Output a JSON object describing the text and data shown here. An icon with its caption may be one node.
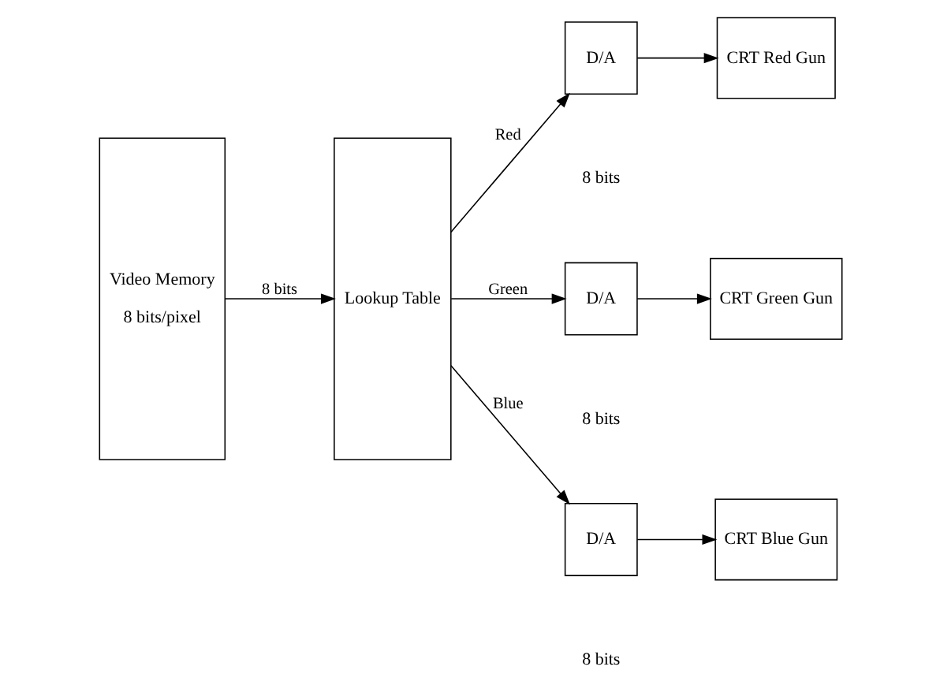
{
  "diagram": {
    "nodes": [
      {
        "text": [
          "Video Memory",
          "8 bits/pixel"
        ]
      },
      {
        "text": [
          "Lookup Table"
        ]
      },
      {
        "text": [
          "D/A"
        ]
      },
      {
        "text": [
          "D/A"
        ]
      },
      {
        "text": [
          "D/A"
        ]
      },
      {
        "text": [
          "CRT Red Gun"
        ]
      },
      {
        "text": [
          "CRT Green Gun"
        ]
      },
      {
        "text": [
          "CRT Blue Gun"
        ]
      }
    ],
    "edges": [
      {
        "from": 0,
        "to": 1,
        "arrow": "to",
        "label": "8 bits"
      },
      {
        "from": 1,
        "to": 2,
        "arrow": "to",
        "label": "Red"
      },
      {
        "from": 1,
        "to": 3,
        "arrow": "to",
        "label": "Green"
      },
      {
        "from": 1,
        "to": 4,
        "arrow": "to",
        "label": "Blue"
      },
      {
        "from": 2,
        "to": 5,
        "arrow": "to"
      },
      {
        "from": 3,
        "to": 6,
        "arrow": "to"
      },
      {
        "from": 4,
        "to": 7,
        "arrow": "to"
      }
    ],
    "labels": [
      "8 bits",
      "8 bits",
      "8 bits"
    ]
  }
}
